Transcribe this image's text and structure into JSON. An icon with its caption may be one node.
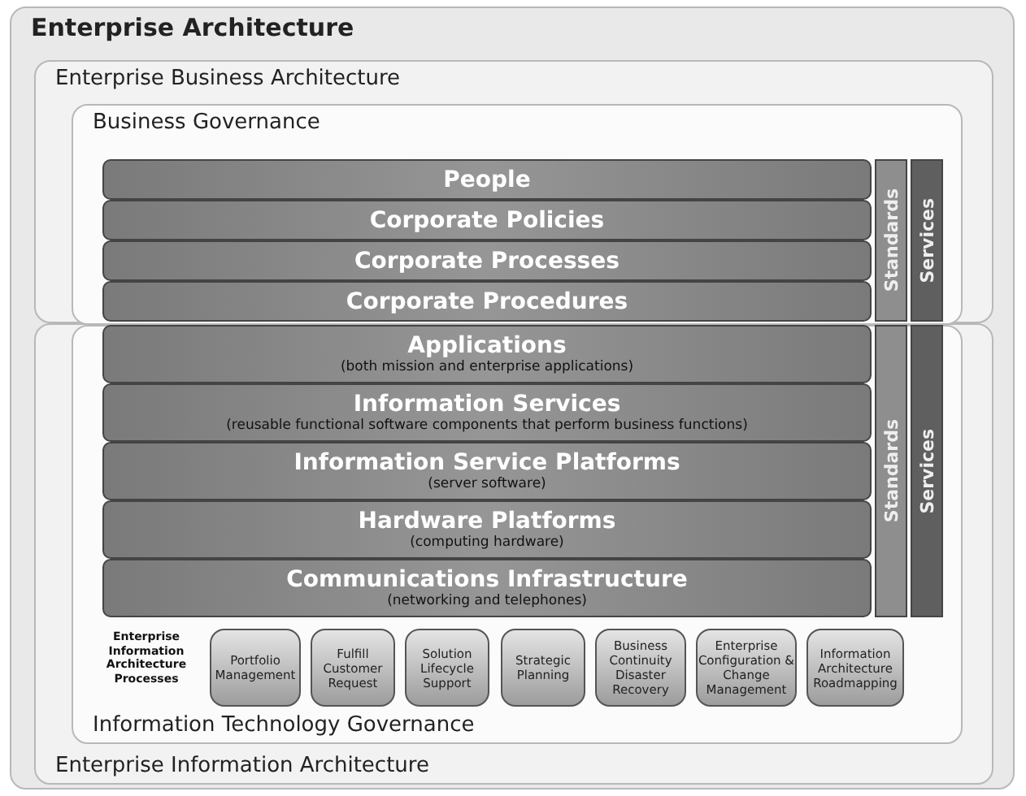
{
  "diagram": {
    "nodes": [
      {
        "text": [
          "Enterprise Architecture"
        ]
      },
      {
        "text": [
          "Enterprise Business Architecture"
        ],
        "in": 0
      },
      {
        "text": [
          "Business Governance"
        ],
        "in": 1
      },
      {
        "text": [
          "People"
        ],
        "in": 2
      },
      {
        "text": [
          "Corporate Policies"
        ],
        "in": 2
      },
      {
        "text": [
          "Corporate Processes"
        ],
        "in": 2
      },
      {
        "text": [
          "Corporate Procedures"
        ],
        "in": 2
      },
      {
        "text": [
          "Standards"
        ],
        "in": 2
      },
      {
        "text": [
          "Services"
        ],
        "in": 2
      },
      {
        "text": [
          "Enterprise Information Architecture"
        ],
        "in": 0
      },
      {
        "text": [
          "Information Technology Governance"
        ],
        "in": 9
      },
      {
        "text": [
          "Applications",
          "(both mission and enterprise applications)"
        ],
        "in": 10
      },
      {
        "text": [
          "Information Services",
          "(reusable functional software components that perform business functions)"
        ],
        "in": 10
      },
      {
        "text": [
          "Information Service Platforms",
          "(server software)"
        ],
        "in": 10
      },
      {
        "text": [
          "Hardware Platforms",
          "(computing hardware)"
        ],
        "in": 10
      },
      {
        "text": [
          "Communications Infrastructure",
          "(networking and telephones)"
        ],
        "in": 10
      },
      {
        "text": [
          "Standards"
        ],
        "in": 10
      },
      {
        "text": [
          "Services"
        ],
        "in": 10
      },
      {
        "text": [
          "Portfolio Management"
        ],
        "in": 10
      },
      {
        "text": [
          "Fulfill Customer Request"
        ],
        "in": 10
      },
      {
        "text": [
          "Solution Lifecycle Support"
        ],
        "in": 10
      },
      {
        "text": [
          "Strategic Planning"
        ],
        "in": 10
      },
      {
        "text": [
          "Business Continuity Disaster Recovery"
        ],
        "in": 10
      },
      {
        "text": [
          "Enterprise Configuration & Change Management"
        ],
        "in": 10
      },
      {
        "text": [
          "Information Architecture Roadmapping"
        ],
        "in": 10
      }
    ],
    "labels": [
      "Enterprise Information Architecture Processes"
    ]
  }
}
